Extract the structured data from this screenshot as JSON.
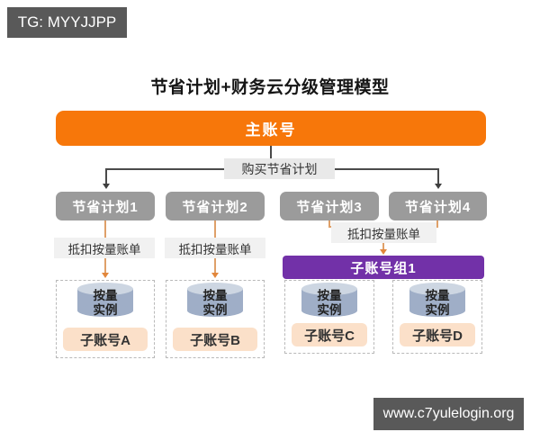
{
  "watermarks": {
    "tg_badge": "TG: MYYJJPP",
    "site_badge": "www.c7yulelogin.org"
  },
  "title": "节省计划+财务云分级管理模型",
  "diagram": {
    "root_label": "主账号",
    "purchase_label": "购买节省计划",
    "plans": [
      "节省计划1",
      "节省计划2",
      "节省计划3",
      "节省计划4"
    ],
    "deduct_labels": [
      "抵扣按量账单",
      "抵扣按量账单",
      "抵扣按量账单"
    ],
    "group_label": "子账号组1",
    "instance_line1": "按量",
    "instance_line2": "实例",
    "subaccounts": [
      "子账号A",
      "子账号B",
      "子账号C",
      "子账号D"
    ]
  },
  "colors": {
    "primary_orange": "#F7770A",
    "plan_gray": "#9B9B9B",
    "group_purple": "#7231A8",
    "subaccount_peach": "#FBE0C9",
    "cylinder_body": "#9FAEC7",
    "cylinder_top": "#CDD6E2",
    "watermark_bg": "#595959",
    "label_bg": "#F1F1F1",
    "connector_dark": "#4a4a4a",
    "connector_orange": "#DFA069"
  }
}
